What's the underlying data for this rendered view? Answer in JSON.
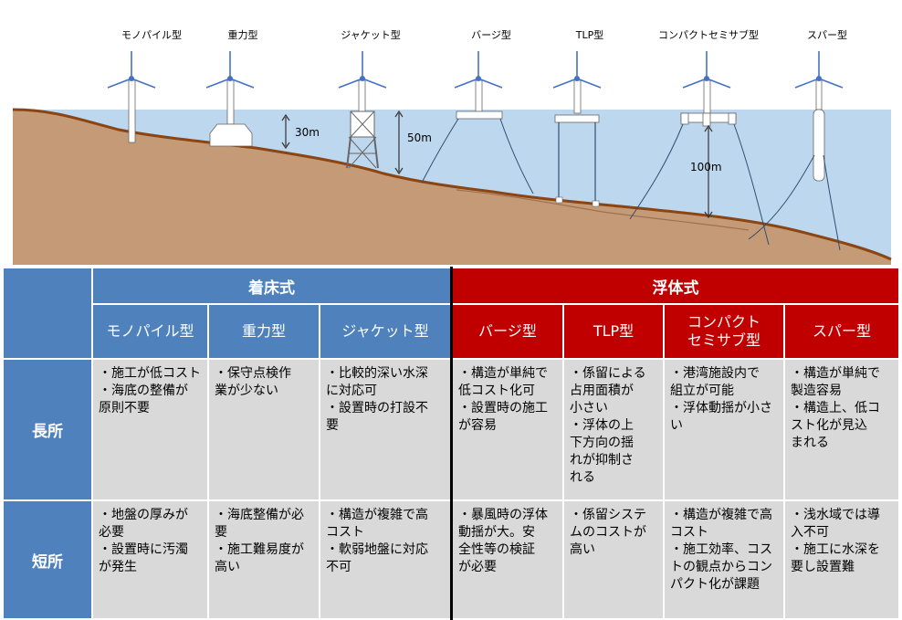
{
  "diagram": {
    "types": [
      {
        "label": "モノパイル型",
        "icon": "monopile-turbine"
      },
      {
        "label": "重力型",
        "icon": "gravity-turbine"
      },
      {
        "label": "ジャケット型",
        "icon": "jacket-turbine"
      },
      {
        "label": "バージ型",
        "icon": "barge-turbine"
      },
      {
        "label": "TLP型",
        "icon": "tlp-turbine"
      },
      {
        "label": "コンパクトセミサブ型",
        "icon": "semisub-turbine"
      },
      {
        "label": "スパー型",
        "icon": "spar-turbine"
      }
    ],
    "depths": [
      "30m",
      "50m",
      "100m"
    ],
    "colors": {
      "sea": "#bdd7ee",
      "seabed": "#c49a77",
      "seabed_edge": "#8b4513",
      "tower": "#ffffff",
      "blade": "#4472c4"
    }
  },
  "table": {
    "groups": {
      "fixed": "着床式",
      "floating": "浮体式"
    },
    "types": [
      "モノパイル型",
      "重力型",
      "ジャケット型",
      "バージ型",
      "TLP型",
      "コンパクト\nセミサブ型",
      "スパー型"
    ],
    "rows": {
      "merits": "長所",
      "demerits": "短所"
    },
    "merits": [
      [
        "・施工が低コスト",
        "・海底の整備が",
        "原則不要"
      ],
      [
        "・保守点検作",
        "業が少ない"
      ],
      [
        "・比較的深い水深",
        "に対応可",
        "・設置時の打設不",
        "要"
      ],
      [
        "・構造が単純で",
        "低コスト化可",
        "・設置時の施工",
        "が容易"
      ],
      [
        "・係留による",
        "占用面積が",
        "小さい",
        "・浮体の上",
        "下方向の揺",
        "れが抑制さ",
        "れる"
      ],
      [
        "・港湾施設内で",
        "組立が可能",
        "・浮体動揺が小さ",
        "い"
      ],
      [
        "・構造が単純で",
        "製造容易",
        "・構造上、低コ",
        "スト化が見込",
        "まれる"
      ]
    ],
    "demerits": [
      [
        "・地盤の厚みが",
        "必要",
        "・設置時に汚濁",
        "が発生"
      ],
      [
        "・海底整備が必",
        "要",
        "・施工難易度が",
        "高い"
      ],
      [
        "・構造が複雑で高",
        "コスト",
        "・軟弱地盤に対応",
        "不可"
      ],
      [
        "・暴風時の浮体",
        "動揺が大。安",
        "全性等の検証",
        "が必要"
      ],
      [
        "・係留システ",
        "ムのコストが",
        "高い"
      ],
      [
        "・構造が複雑で高",
        "コスト",
        "・施工効率、コス",
        "トの観点からコン",
        "パクト化が課題"
      ],
      [
        "・浅水域では導",
        "入不可",
        "・施工に水深を",
        "要し設置難"
      ]
    ],
    "colors": {
      "fixed_header": "#4f81bd",
      "floating_header": "#c00000",
      "body": "#d9d9d9",
      "divider": "#000000"
    }
  }
}
